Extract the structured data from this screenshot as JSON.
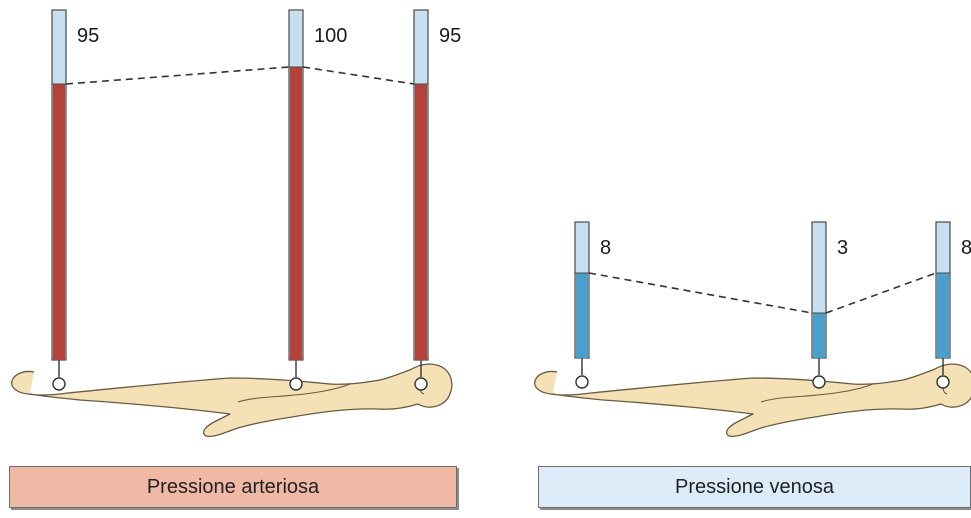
{
  "arterial": {
    "caption": "Pressione arteriosa",
    "readings": [
      {
        "value": "95",
        "level": 0.95,
        "site": "foot"
      },
      {
        "value": "100",
        "level": 1.0,
        "site": "heart"
      },
      {
        "value": "95",
        "level": 0.95,
        "site": "head"
      }
    ]
  },
  "venous": {
    "caption": "Pressione venosa",
    "readings": [
      {
        "value": "8",
        "level": 0.8,
        "site": "foot"
      },
      {
        "value": "3",
        "level": 0.3,
        "site": "heart"
      },
      {
        "value": "8",
        "level": 0.8,
        "site": "head"
      }
    ]
  },
  "colors": {
    "arterial_fluid": "#b5413b",
    "venous_fluid": "#4a9fcc",
    "tube_glass": "#c8dff0",
    "body_skin": "#f4e2b6",
    "body_outline": "#6b5a43",
    "arterial_caption_bg": "#efb9a5",
    "venous_caption_bg": "#dbecf8"
  }
}
